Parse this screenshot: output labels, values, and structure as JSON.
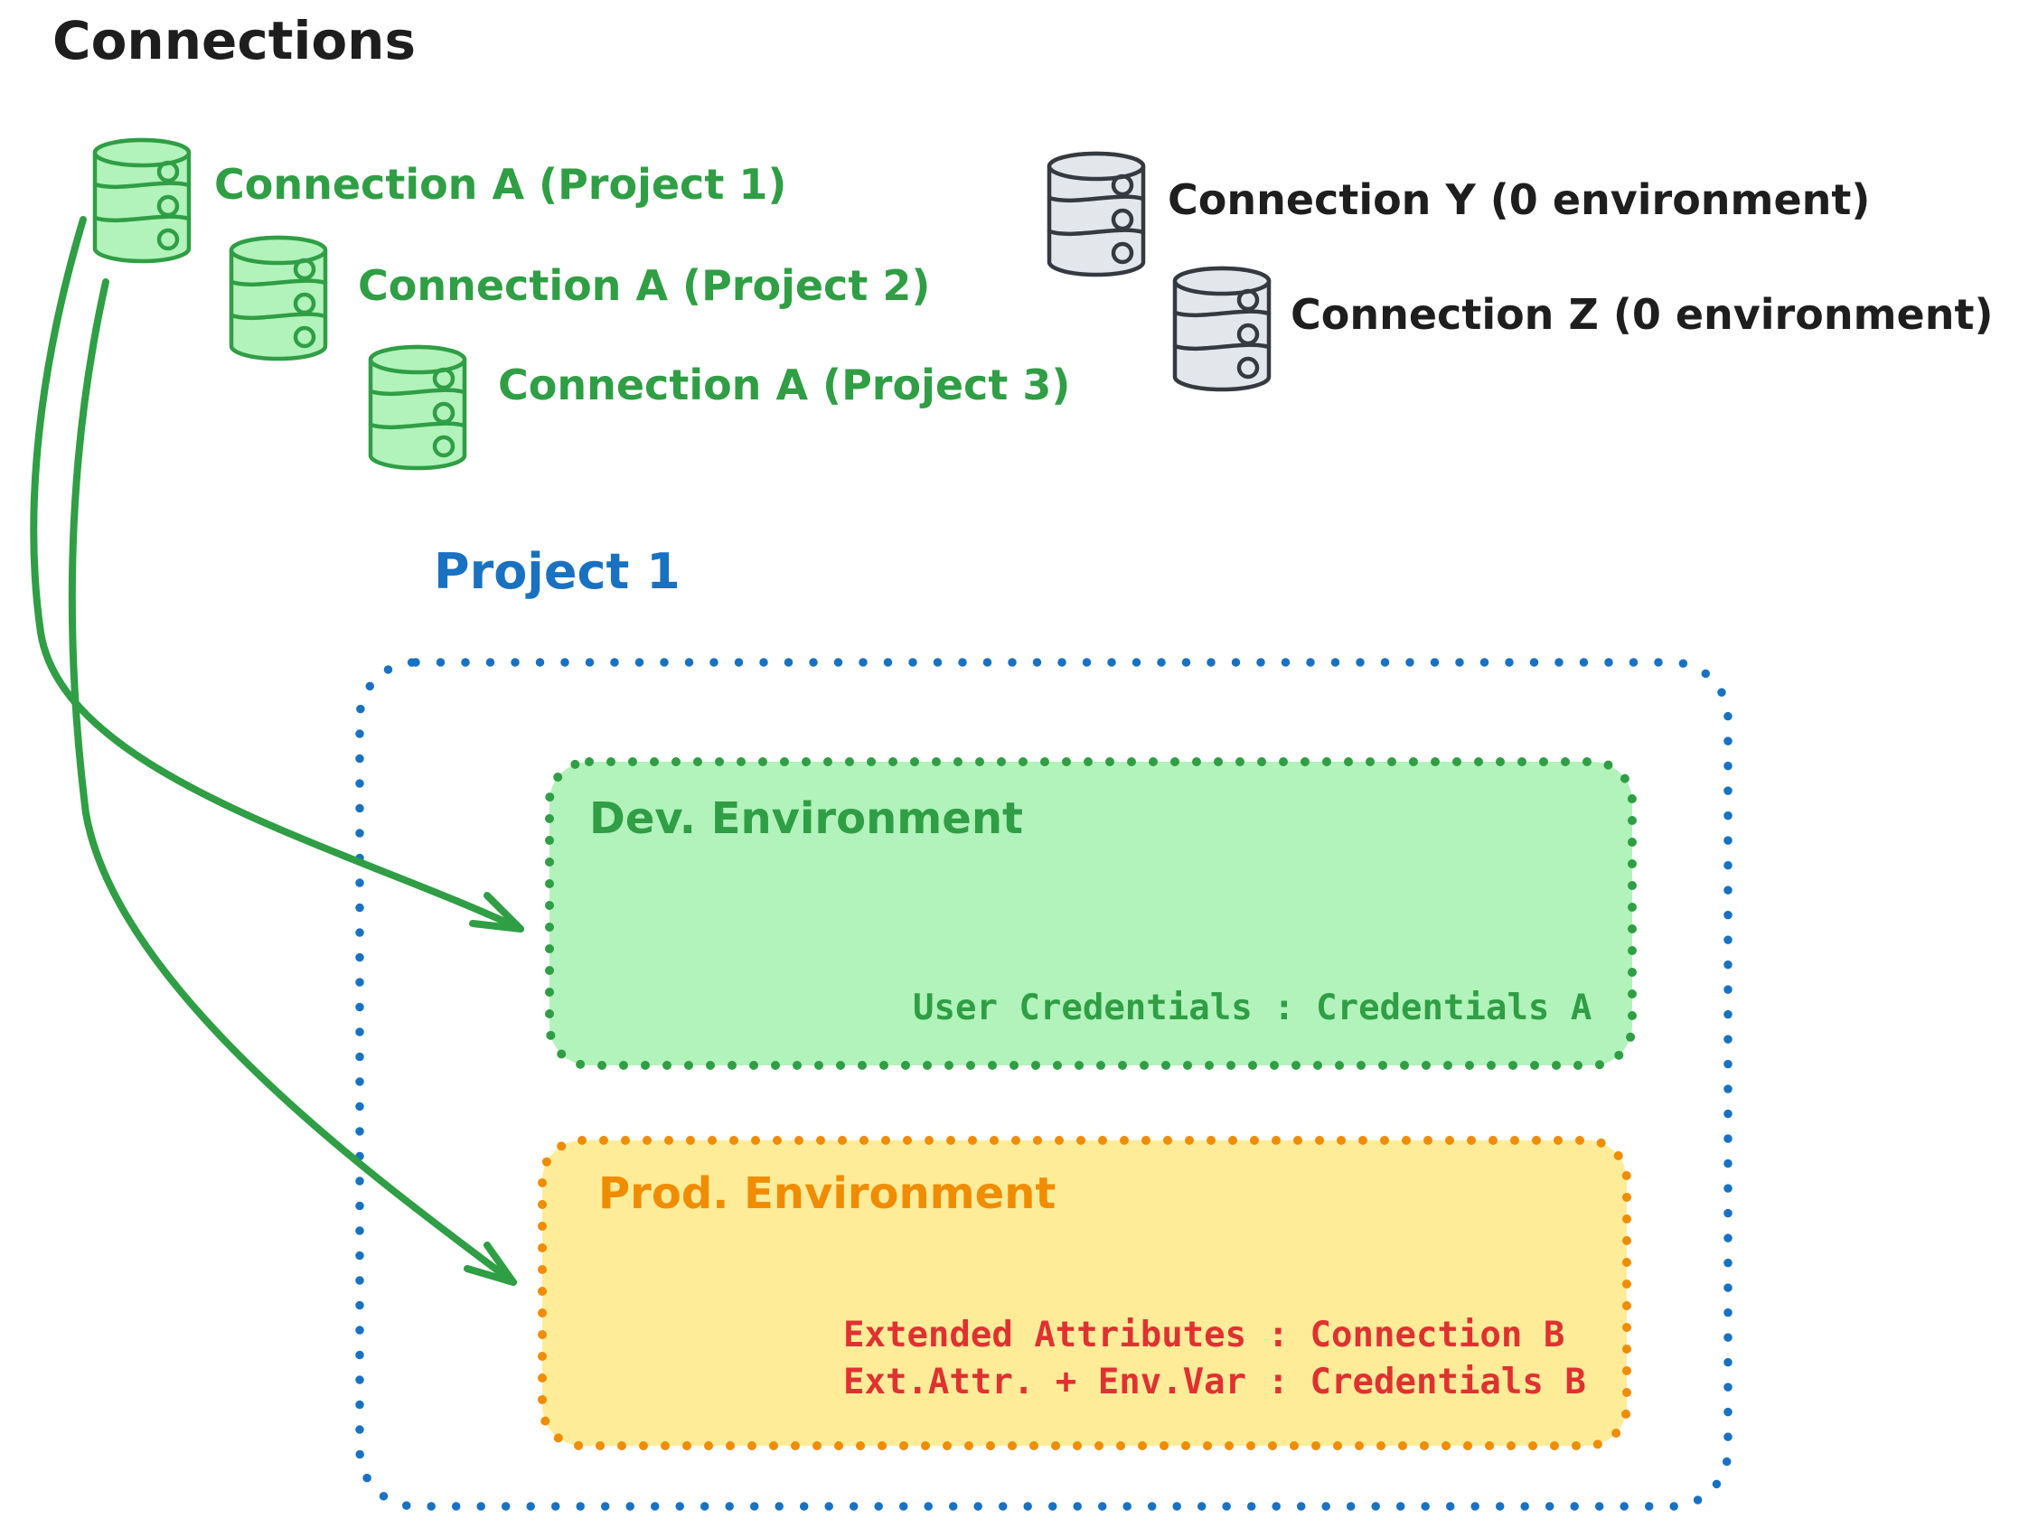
{
  "diagram_title": "Connections",
  "connections": {
    "project_items": [
      {
        "label": "Connection A (Project 1)"
      },
      {
        "label": "Connection A (Project 2)"
      },
      {
        "label": "Connection A (Project 3)"
      }
    ],
    "unassigned_items": [
      {
        "label": "Connection Y (0 environment)"
      },
      {
        "label": "Connection Z (0 environment)"
      }
    ]
  },
  "project": {
    "title": "Project 1",
    "dev_environment": {
      "title": "Dev. Environment",
      "credentials_line": "User Credentials : Credentials A"
    },
    "prod_environment": {
      "title": "Prod. Environment",
      "lines": [
        "Extended Attributes : Connection B",
        "Ext.Attr. + Env.Var : Credentials B"
      ]
    }
  },
  "icons": {
    "green_database": "database-icon",
    "gray_database": "database-icon",
    "arrows": [
      "arrow-connection-a-to-dev-environment",
      "arrow-connection-a-to-prod-environment"
    ]
  },
  "colors": {
    "ink": "#1e1e1e",
    "green_stroke": "#2f9e44",
    "green_fill": "#b2f2bb",
    "gray_stroke": "#343a40",
    "gray_fill": "#e3e7eb",
    "blue": "#1971c2",
    "orange": "#f08c00",
    "yellow_fill": "#ffec99",
    "red": "#e03131"
  }
}
